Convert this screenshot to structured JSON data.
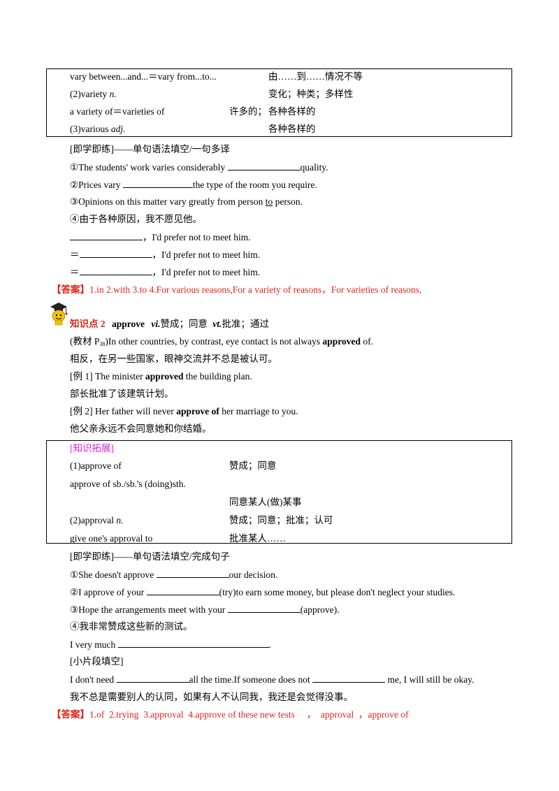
{
  "box1": {
    "rows": [
      {
        "en": "vary between...and...＝vary from...to...",
        "zh": "由……到……情况不等"
      },
      {
        "en_pre": "(2)variety ",
        "en_it": "n.",
        "zh": "变化；种类；多样性"
      },
      {
        "en": "a variety of＝varieties of",
        "zh_a": "许多的；",
        "zh_b": "各种各样的"
      },
      {
        "en_pre": "(3)various ",
        "en_it": "adj.",
        "zh": "各种各样的"
      }
    ]
  },
  "practice1": {
    "heading": "[即学即练]——单句语法填空/一句多译",
    "q1a": "①The students' work varies considerably ",
    "q1b": "quality.",
    "q2a": "②Prices vary ",
    "q2b": "the type of the room you require.",
    "q3a": "③Opinions on this matter vary greatly from person ",
    "q3u": "to",
    "q3b": " person.",
    "q4": "④由于各种原因，我不愿见他。",
    "l1": "，I'd prefer not to meet him.",
    "l2pre": "＝",
    "l2": "，I'd prefer not to meet him.",
    "l3pre": "＝",
    "l3": "，I'd prefer not to meet him."
  },
  "answer1": {
    "label": "【答案】",
    "text": "1.in  2.with  3.to  4.For various reasons,For a variety of reasons，For varieties of reasons,"
  },
  "point2": {
    "label": "知识点 2",
    "word": "approve",
    "pos1": "vi.",
    "mean1": "赞成；同意",
    "pos2": "vt.",
    "mean2": "批准；通过",
    "src_a": "(教材 P",
    "src_sub": "38",
    "src_b": ")In other countries, by contrast, eye contact is not always ",
    "src_bold": "approved",
    "src_c": " of.",
    "src_zh": "相反，在另一些国家，眼神交流并不总是被认可。",
    "ex1_a": "[例 1]    The minister ",
    "ex1_bold": "approved",
    "ex1_b": " the building plan.",
    "ex1_zh": "部长批准了该建筑计划。",
    "ex2_a": "[例 2]    Her father will never ",
    "ex2_bold": "approve of",
    "ex2_b": " her marriage to you.",
    "ex2_zh": "他父亲永远不会同意她和你结婚。"
  },
  "box2": {
    "heading": "[知识拓展]",
    "r1_en": "(1)approve of",
    "r1_zh": "赞成；同意",
    "r2_en": "approve of sb./sb.'s (doing)sth.",
    "r2_zh": "同意某人(做)某事",
    "r3_en_pre": "(2)approval ",
    "r3_en_it": "n.",
    "r3_zh": "赞成；同意；批准；认可",
    "r4_en": "give one's approval to",
    "r4_zh": "批准某人……"
  },
  "practice2": {
    "heading": "[即学即练]——单句语法填空/完成句子",
    "q1a": "①She doesn't approve ",
    "q1b": "our decision.",
    "q2a": "②I approve of your ",
    "q2b": "(try)to earn some money, but please don't neglect your studies.",
    "q3a": "③Hope the arrangements meet with your ",
    "q3b": "(approve).",
    "q4": "④我非常赞成这些新的测试。",
    "q4a": "I very much ",
    "q4b": ".",
    "mini_heading": "[小片段填空]",
    "m1a": "I don't need ",
    "m1b": "all the time.If someone does not ",
    "m1c": " me, I will still be okay.",
    "m_zh": "我不总是需要别人的认同，如果有人不认同我，我还是会觉得没事。"
  },
  "answer2": {
    "label": "【答案】",
    "text": "1.of  2.trying  3.approval  4.approve of these new tests     ，  approval  ，approve of"
  }
}
